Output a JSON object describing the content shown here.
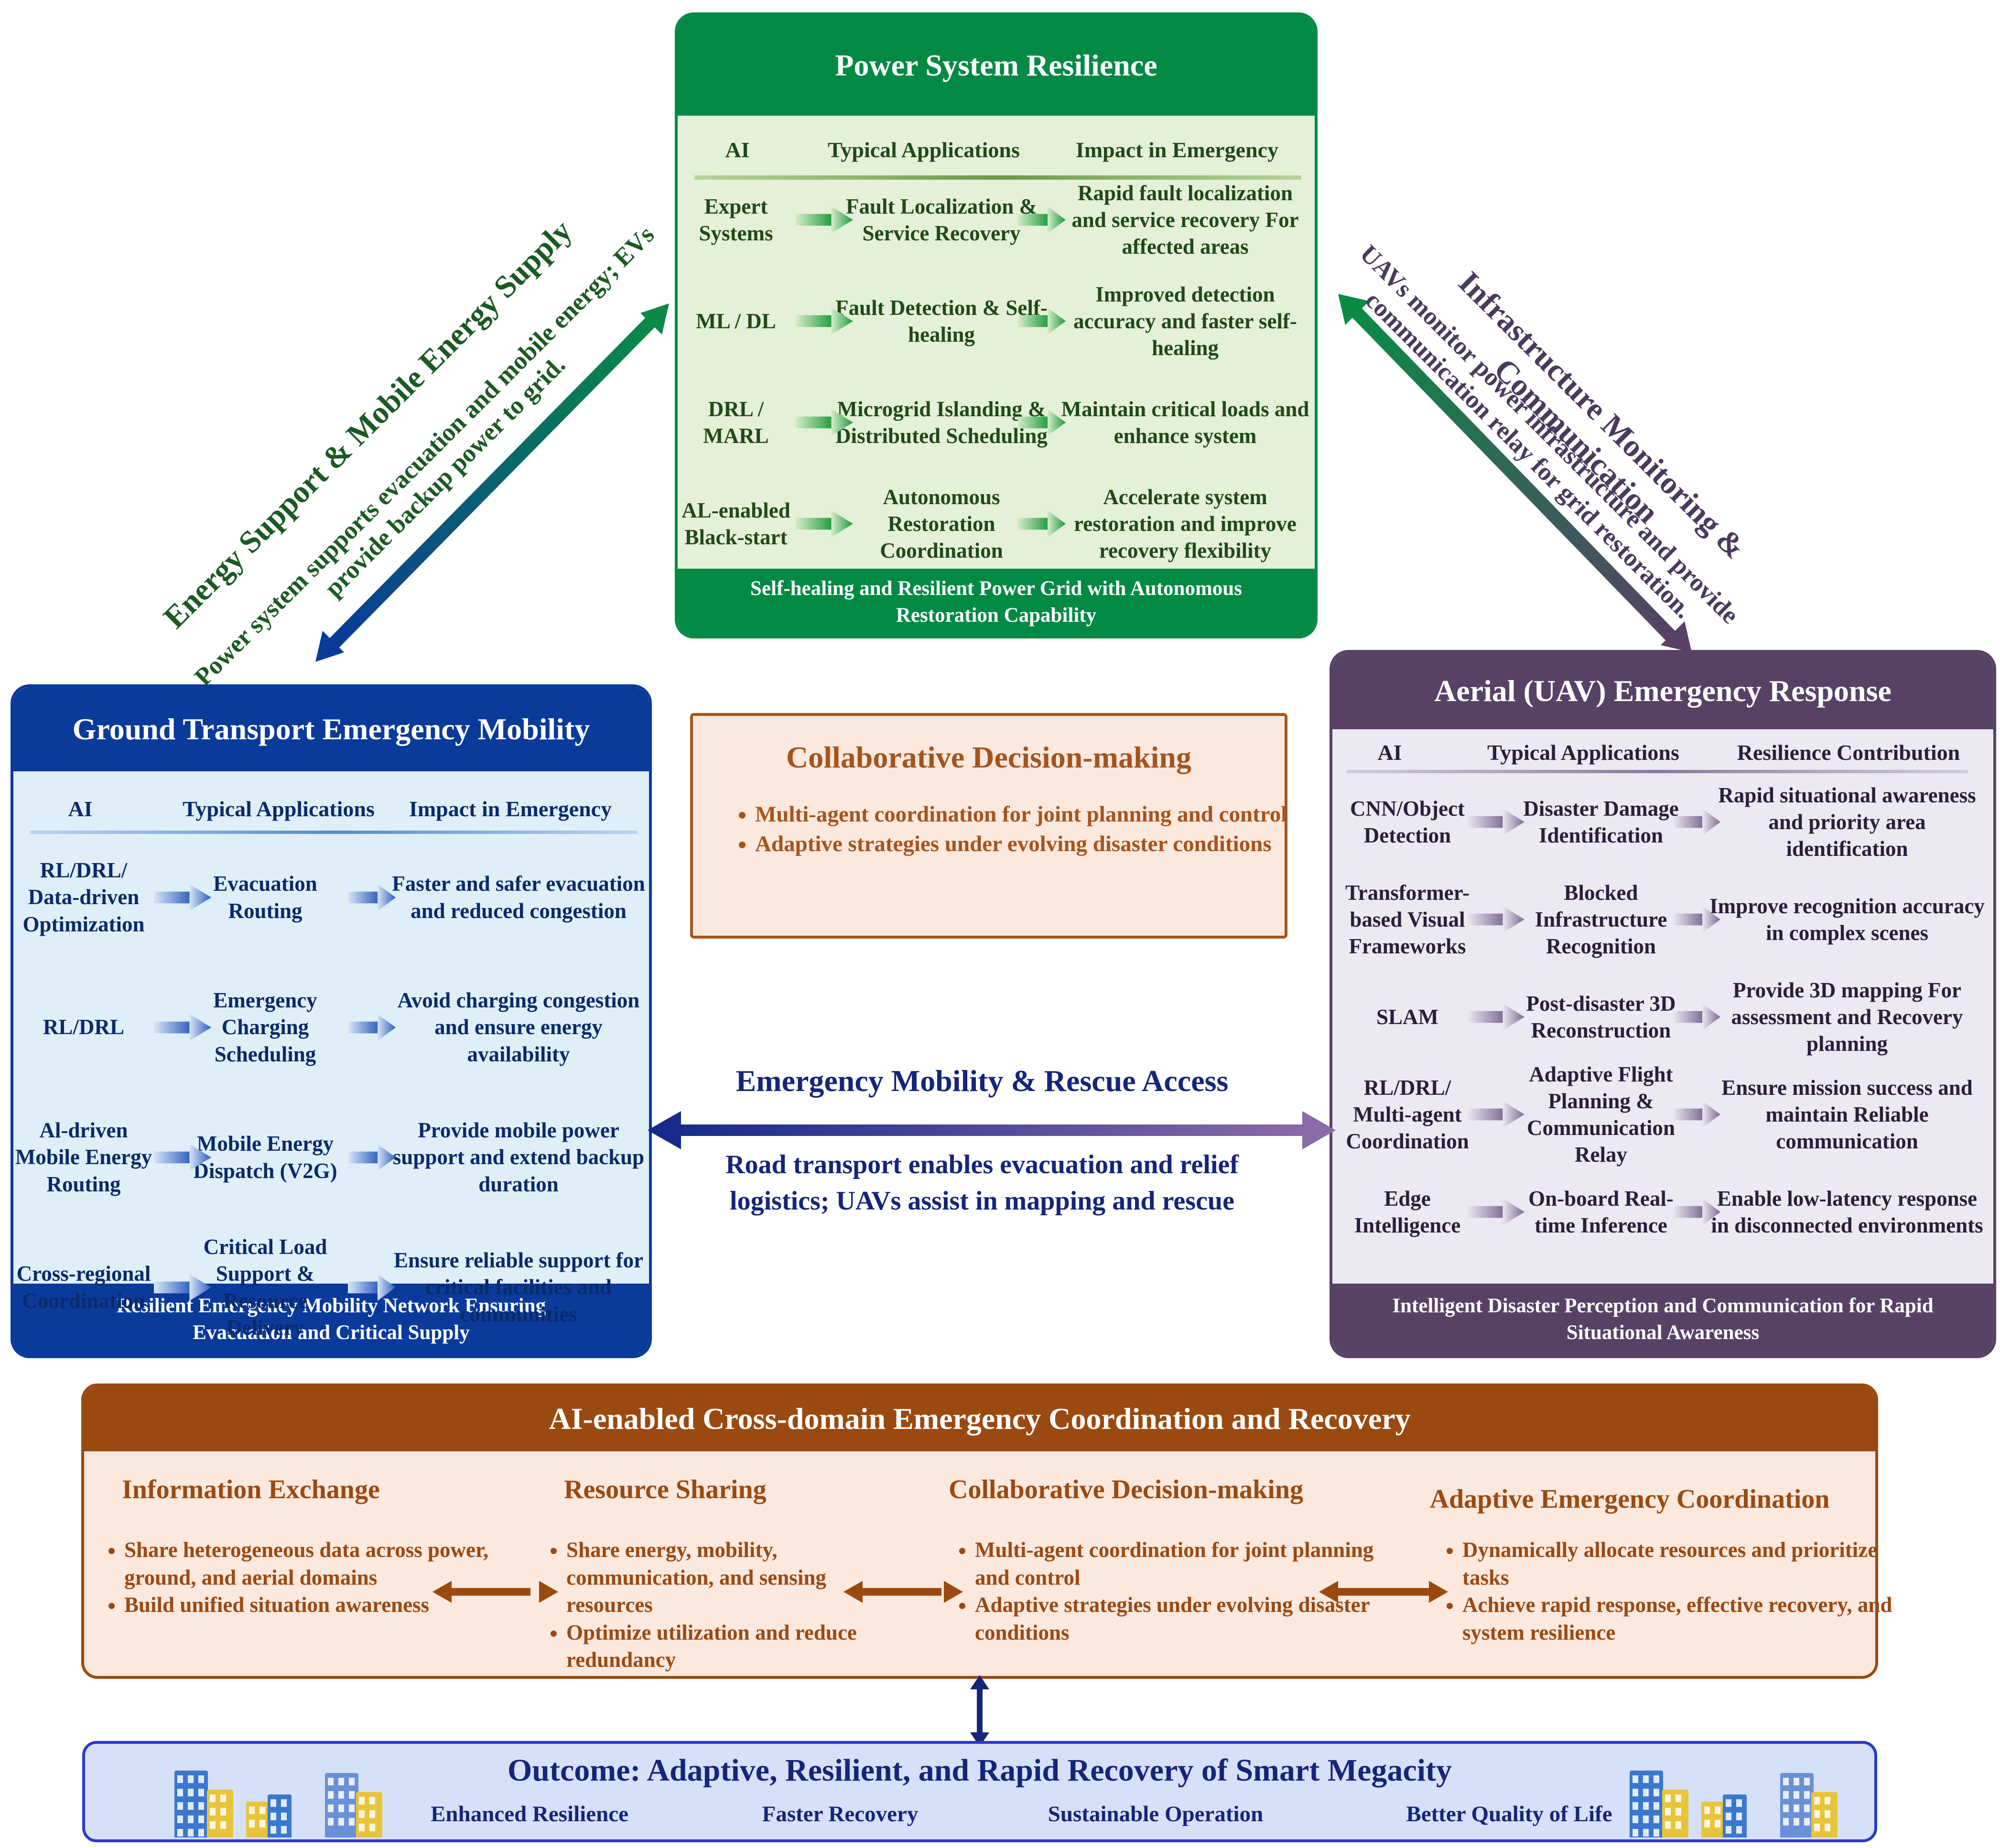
{
  "power": {
    "title": "Power System Resilience",
    "col_ai": "AI",
    "col_app": "Typical Applications",
    "col_impact": "Impact in Emergency",
    "rows": [
      {
        "ai": "Expert Systems",
        "app": "Fault Localization & Service Recovery",
        "impact": "Rapid fault localization and service recovery For affected areas"
      },
      {
        "ai": "ML / DL",
        "app": "Fault Detection & Self-healing",
        "impact": "Improved detection accuracy and faster self-healing"
      },
      {
        "ai": "DRL / MARL",
        "app": "Microgrid Islanding & Distributed Scheduling",
        "impact": "Maintain critical loads and enhance system"
      },
      {
        "ai": "AL-enabled Black-start",
        "app": "Autonomous Restoration Coordination",
        "impact": "Accelerate system restoration and improve recovery flexibility"
      }
    ],
    "footer": "Self-healing and Resilient Power Grid with Autonomous Restoration Capability",
    "color": "#028a45",
    "body_color": "#e5f0d8"
  },
  "ground": {
    "title": "Ground Transport Emergency Mobility",
    "col_ai": "AI",
    "col_app": "Typical Applications",
    "col_impact": "Impact in Emergency",
    "rows": [
      {
        "ai": "RL/DRL/ Data-driven Optimization",
        "app": "Evacuation Routing",
        "impact": "Faster and safer evacuation and reduced congestion"
      },
      {
        "ai": "RL/DRL",
        "app": "Emergency Charging Scheduling",
        "impact": "Avoid charging congestion and ensure energy availability"
      },
      {
        "ai": "Al-driven Mobile Energy Routing",
        "app": "Mobile Energy Dispatch (V2G)",
        "impact": "Provide mobile power support and extend backup duration"
      },
      {
        "ai": "Cross-regional Coordination",
        "app": "Critical Load Support & Resource Delivery",
        "impact": "Ensure reliable support for critical facilities and communities"
      }
    ],
    "footer": "Resilient Emergency Mobility Network Ensuring Evacuation and Critical Supply",
    "color": "#0a3a9a",
    "body_color": "#e0eef8"
  },
  "aerial": {
    "title": "Aerial (UAV) Emergency Response",
    "col_ai": "AI",
    "col_app": "Typical Applications",
    "col_impact": "Resilience Contribution",
    "rows": [
      {
        "ai": "CNN/Object Detection",
        "app": "Disaster Damage Identification",
        "impact": "Rapid situational awareness and priority area identification"
      },
      {
        "ai": "Transformer-based Visual Frameworks",
        "app": "Blocked Infrastructure Recognition",
        "impact": "Improve recognition accuracy in complex scenes"
      },
      {
        "ai": "SLAM",
        "app": "Post-disaster 3D Reconstruction",
        "impact": "Provide 3D mapping For assessment and Recovery planning"
      },
      {
        "ai": "RL/DRL/ Multi-agent Coordination",
        "app": "Adaptive Flight Planning & Communication Relay",
        "impact": "Ensure mission success and maintain Reliable communication"
      },
      {
        "ai": "Edge Intelligence",
        "app": "On-board Real-time Inference",
        "impact": "Enable low-latency response in disconnected environments"
      }
    ],
    "footer": "Intelligent Disaster Perception and Communication for Rapid Situational Awareness",
    "color": "#574265",
    "body_color": "#ebe9f2"
  },
  "center_box": {
    "title": "Collaborative Decision-making",
    "bullets": [
      "Multi-agent coordination for joint planning and control",
      "Adaptive strategies under evolving disaster conditions"
    ]
  },
  "links": {
    "left_title": "Energy Support & Mobile Energy Supply",
    "left_desc": "Power system supports evacuation and mobile energy; EVs provide backup power to grid.",
    "right_title": "Infrastructure Monitoring & Communication",
    "right_desc": "UAVs monitor power infrastructure and provide communication relay for grid restoration.",
    "mid_title": "Emergency Mobility & Rescue Access",
    "mid_desc": "Road transport enables evacuation and relief logistics; UAVs assist in mapping and rescue"
  },
  "coordination": {
    "title": "AI-enabled Cross-domain Emergency Coordination and Recovery",
    "sections": [
      {
        "title": "Information Exchange",
        "bullets": [
          "Share heterogeneous data across power, ground, and aerial domains",
          "Build unified situation awareness"
        ]
      },
      {
        "title": "Resource Sharing",
        "bullets": [
          "Share energy, mobility, communication, and sensing resources",
          "Optimize utilization and reduce redundancy"
        ]
      },
      {
        "title": "Collaborative Decision-making",
        "bullets": [
          "Multi-agent coordination for joint planning and control",
          "Adaptive strategies under evolving disaster conditions"
        ]
      },
      {
        "title": "Adaptive Emergency Coordination",
        "bullets": [
          "Dynamically allocate resources and prioritize tasks",
          "Achieve rapid response, effective recovery, and system resilience"
        ]
      }
    ]
  },
  "outcome": {
    "title": "Outcome: Adaptive, Resilient, and Rapid Recovery of Smart Megacity",
    "items": [
      "Enhanced Resilience",
      "Faster Recovery",
      "Sustainable Operation",
      "Better Quality of Life"
    ],
    "city_icon": "building-icon"
  }
}
